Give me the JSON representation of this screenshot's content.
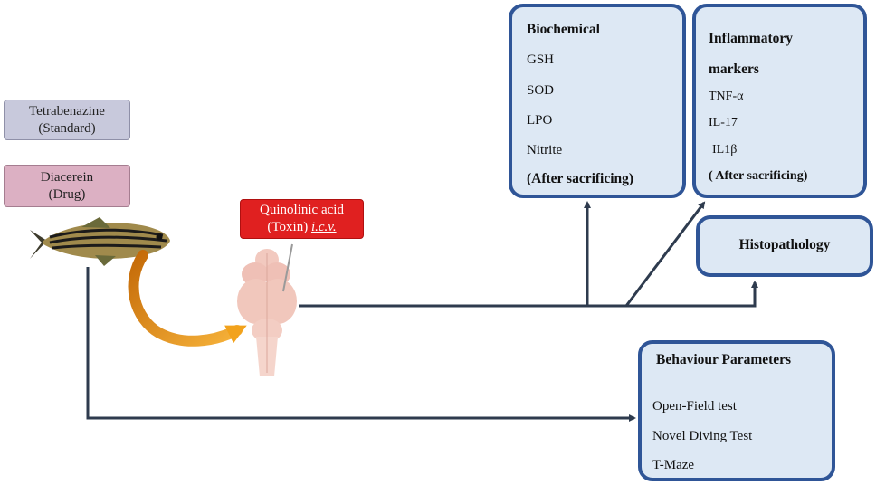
{
  "standard": {
    "line1": "Tetrabenazine",
    "line2": "(Standard)"
  },
  "drug": {
    "line1": "Diacerein",
    "line2": "(Drug)"
  },
  "toxin": {
    "line1": "Quinolinic acid",
    "line2_prefix": "(Toxin) ",
    "line2_route": "i.c.v."
  },
  "biochemical": {
    "title": "Biochemical",
    "items": [
      "GSH",
      "SOD",
      "LPO",
      "Nitrite"
    ],
    "note": "(After sacrificing)"
  },
  "inflammatory": {
    "title_line1": "Inflammatory",
    "title_line2": "markers",
    "items": [
      "TNF-α",
      "IL-17",
      "IL1β"
    ],
    "note": "( After sacrificing)"
  },
  "histopathology": {
    "title": "Histopathology"
  },
  "behaviour": {
    "title": "Behaviour Parameters",
    "items": [
      "Open-Field test",
      "Novel Diving Test",
      "T-Maze"
    ]
  },
  "colors": {
    "box_border": "#2f5597",
    "box_fill": "#dde8f4",
    "arrow": "#2e3b4e",
    "toxin": "#e02020",
    "standard": "#c8c9dc",
    "drug": "#dcb0c3",
    "curve": "#f09a1a"
  }
}
